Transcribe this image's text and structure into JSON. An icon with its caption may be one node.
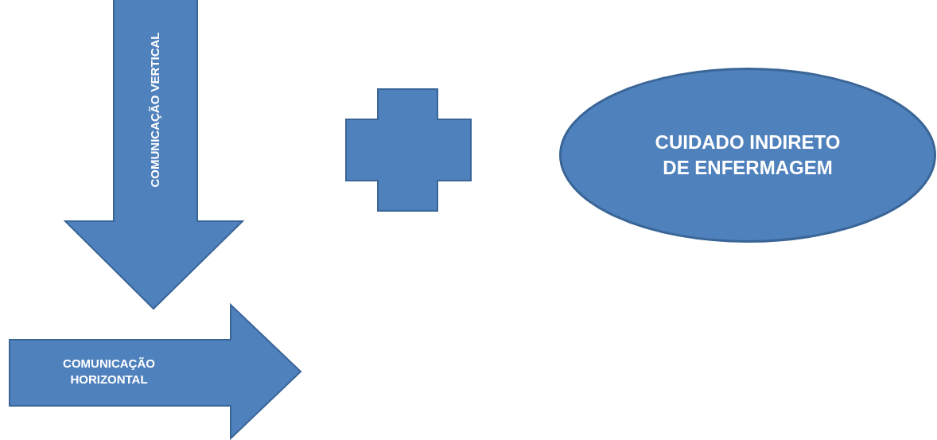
{
  "diagram": {
    "nodes": [
      {
        "text": [
          "COMUNICAÇÃO VERTICAL"
        ]
      },
      {
        "text": [
          "COMUNICAÇÃO HORIZONTAL"
        ]
      },
      {
        "text": [],
        "shape": "cross"
      },
      {
        "text": [
          "CUIDADO INDIRETO DE ENFERMAGEM"
        ]
      }
    ]
  }
}
